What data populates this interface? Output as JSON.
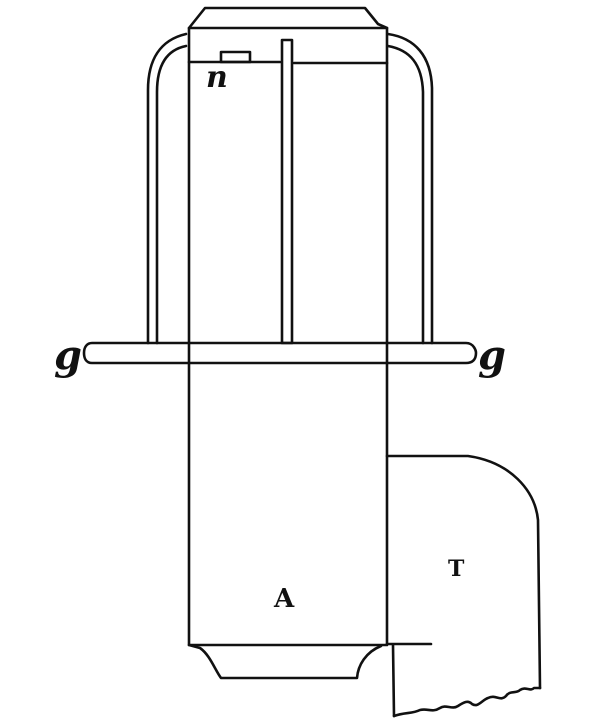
{
  "diagram": {
    "labels": {
      "n": "n",
      "g_left": "g",
      "g_right": "g",
      "A": "A",
      "T": "T"
    },
    "colors": {
      "ink": "#111111",
      "paper": "#ffffff"
    }
  }
}
